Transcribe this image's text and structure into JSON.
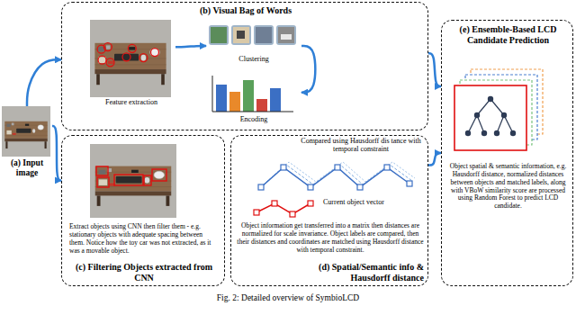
{
  "diagram": {
    "caption": "Fig. 2: Detailed overview of SymbioLCD",
    "nodes": [
      {
        "text": [
          "(a) Input image"
        ]
      },
      {
        "text": [
          "(b) Visual Bag of Words"
        ]
      },
      {
        "text": [
          "Feature extraction"
        ],
        "in": 1
      },
      {
        "text": [
          "Clustering"
        ],
        "in": 1
      },
      {
        "text": [
          "Encoding"
        ],
        "in": 1
      },
      {
        "text": [
          "Extract objects using CNN then filter them - e.g. stationary objects with adequate spacing between them. Notice how the toy car was not extracted, as it was a movable object.",
          "(c) Filtering Objects extracted from CNN"
        ]
      },
      {
        "text": [
          "Compared using Hausdorff dis tance with temporal constraint",
          "Current object vector",
          "Object information get transferred into a matrix then distances are normalized for scale invariance. Object labels are compared, then their distances and coordinates are matched using Hausdorff distance with temporal constraint.",
          "(d) Spatial/Semantic info & Hausdorff distance"
        ]
      },
      {
        "text": [
          "(e) Ensemble-Based LCD Candidate Prediction",
          "Object spatial & semantic information, e.g. Hausdorff distance, normalized distances between objects and matched labels, along with VBoW similarity score are processed using Random Forest to predict LCD candidate."
        ]
      }
    ],
    "edges": [
      {
        "from": 0,
        "to": 1,
        "arrow": "to"
      },
      {
        "from": 0,
        "to": 5,
        "arrow": "to"
      },
      {
        "from": 2,
        "to": 3,
        "arrow": "to"
      },
      {
        "from": 3,
        "to": 4,
        "arrow": "to"
      },
      {
        "from": 1,
        "to": 7,
        "arrow": "to"
      },
      {
        "from": 6,
        "to": 7,
        "arrow": "to"
      }
    ]
  }
}
